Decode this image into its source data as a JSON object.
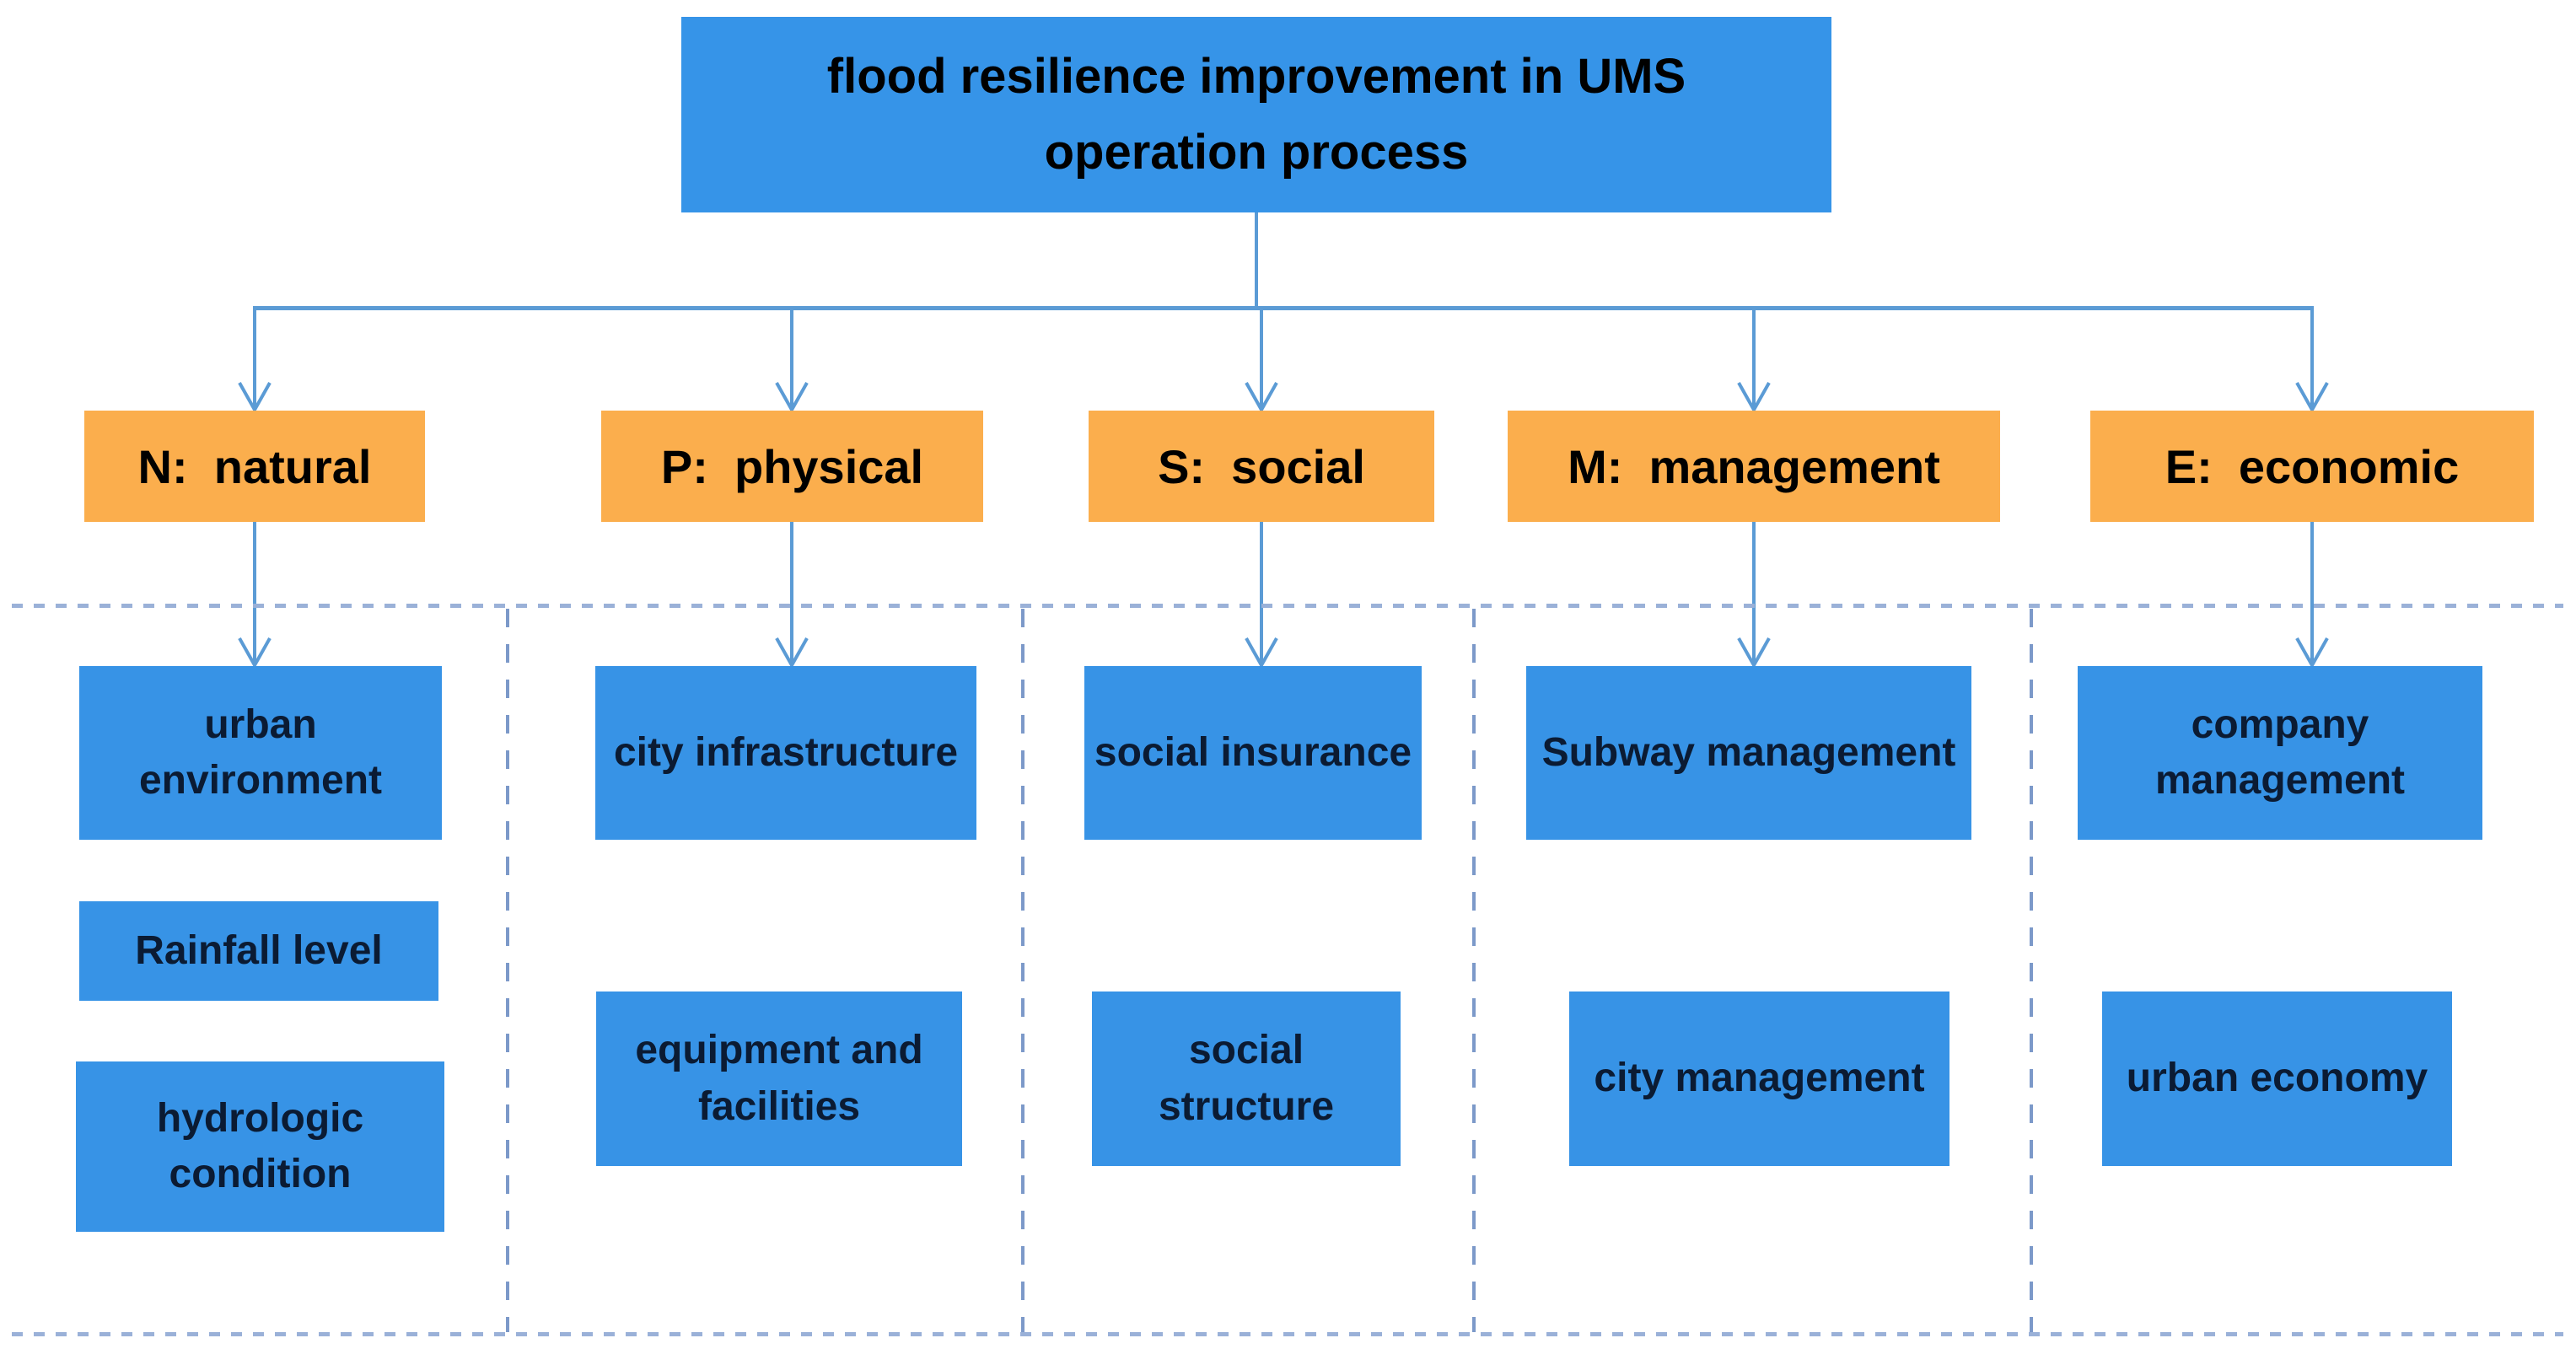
{
  "title": {
    "lines": [
      "flood resilience improvement in UMS",
      "operation process"
    ]
  },
  "categories": [
    {
      "code_label": "N:  natural",
      "children": [
        "urban environment",
        "Rainfall level",
        "hydrologic condition"
      ]
    },
    {
      "code_label": "P:  physical",
      "children": [
        "city infrastructure",
        "equipment and facilities"
      ]
    },
    {
      "code_label": "S:  social",
      "children": [
        "social insurance",
        "social structure"
      ]
    },
    {
      "code_label": "M:  management",
      "children": [
        "Subway management",
        "city management"
      ]
    },
    {
      "code_label": "E:  economic",
      "children": [
        "company management",
        "urban economy"
      ]
    }
  ],
  "colors": {
    "box_blue": "#3694E8",
    "box_orange": "#FBAE4D",
    "connector_blue": "#5B9BD5",
    "dashed_divider": "#8CA5D2",
    "header_text": "#000000",
    "child_text": "#0B1B33"
  }
}
